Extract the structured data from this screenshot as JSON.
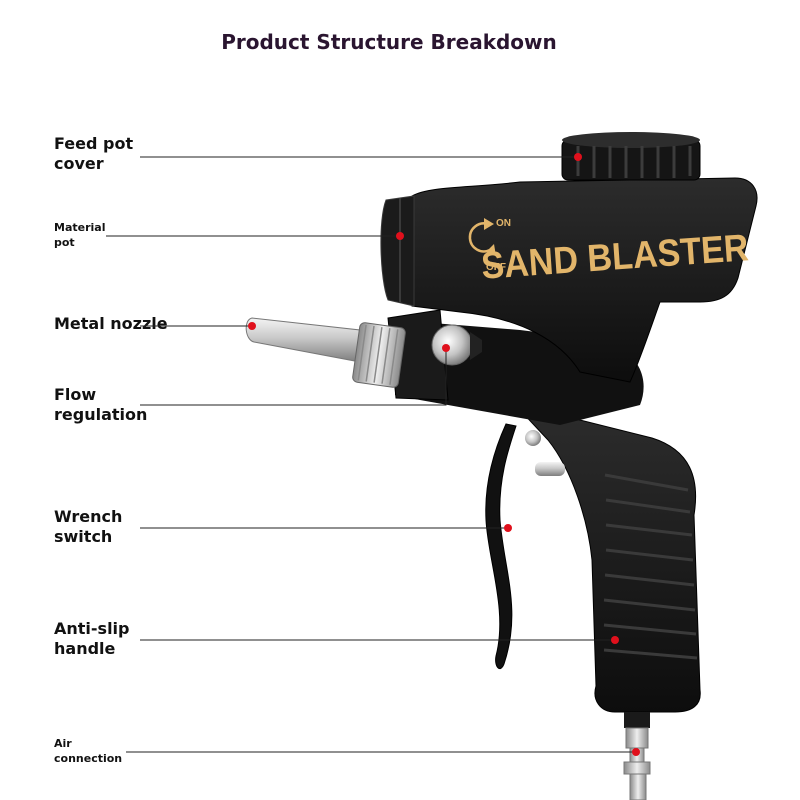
{
  "title": "Product Structure Breakdown",
  "brand_text": "SAND BLASTER",
  "switch_on": "ON",
  "switch_off": "OFF",
  "labels": [
    {
      "line1": "Feed pot",
      "line2": "cover"
    },
    {
      "line1": "Material",
      "line2": "pot"
    },
    {
      "line1": "Metal nozzle",
      "line2": ""
    },
    {
      "line1": "Flow",
      "line2": "regulation"
    },
    {
      "line1": "Wrench",
      "line2": "switch"
    },
    {
      "line1": "Anti-slip",
      "line2": "handle"
    },
    {
      "line1": "Air",
      "line2": "connection"
    }
  ],
  "colors": {
    "title": "#2a1530",
    "body": "#141414",
    "brand_text": "#e2b56a",
    "marker": "#e0101c",
    "leader_line": "#222222",
    "metal": "#c9c9c9"
  }
}
